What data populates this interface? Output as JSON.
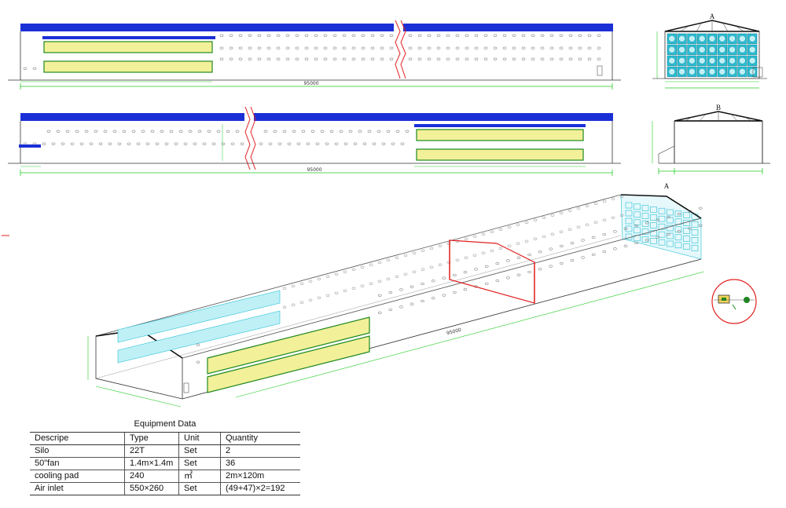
{
  "drawing": {
    "dimension_upper_elevation": "95000",
    "dimension_lower_elevation": "95000",
    "dimension_3d_length": "95000",
    "section_label_a": "A",
    "section_label_b": "B",
    "view_label_3d_a": "A",
    "view_label_3d_b": "B",
    "colors": {
      "roof": "#1b2fd6",
      "cooling_pad": "#f3f09a",
      "pad_border": "#1e8a1e",
      "fan_grid": "#27c0d6",
      "dimension_line": "#22cc22",
      "highlight": "#e02020",
      "outline": "#333333"
    },
    "icons": [
      "fan-grid-icon",
      "detail-callout-icon"
    ]
  },
  "equipment": {
    "title": "Equipment Data",
    "columns": [
      "Descripe",
      "Type",
      "Unit",
      "Quantity"
    ],
    "rows": [
      [
        "Silo",
        "22T",
        "Set",
        "2"
      ],
      [
        "50\"fan",
        "1.4m×1.4m",
        "Set",
        "36"
      ],
      [
        "cooling pad",
        "240",
        "㎡",
        "2m×120m"
      ],
      [
        "Air inlet",
        "550×260",
        "Set",
        "(49+47)×2=192"
      ]
    ]
  }
}
